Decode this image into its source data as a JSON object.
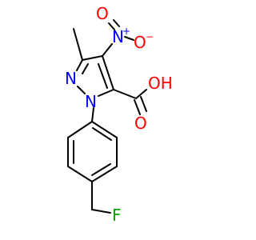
{
  "structure": {
    "atoms": {
      "nitro_N": {
        "label": "N",
        "charge": "+"
      },
      "nitro_O_minus": {
        "label": "O",
        "charge": "−"
      },
      "nitro_O": {
        "label": "O"
      },
      "ring_N2": {
        "label": "N"
      },
      "ring_N1": {
        "label": "N"
      },
      "acid_OH": {
        "label": "OH"
      },
      "acid_O": {
        "label": "O"
      },
      "fluorine": {
        "label": "F"
      }
    },
    "colors": {
      "bond": "#000000",
      "nitrogen": "#0000ff",
      "oxygen": "#ff0000",
      "fluorine": "#00aa00"
    }
  }
}
